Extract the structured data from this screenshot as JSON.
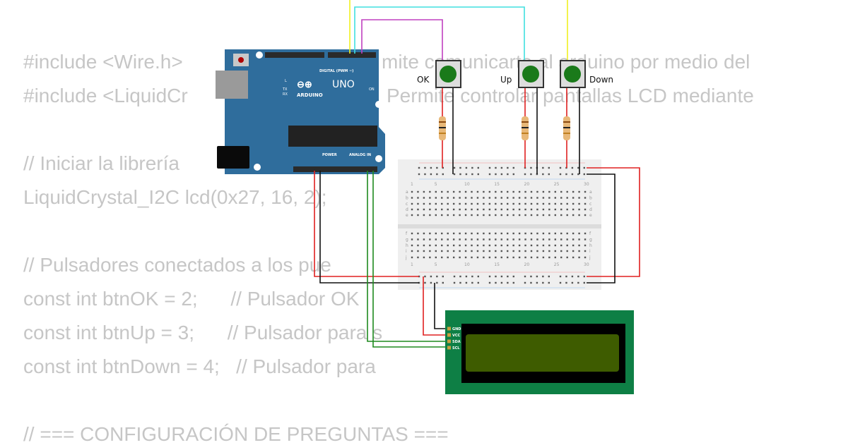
{
  "code_lines": [
    {
      "parts": [
        "#include <Wire.h>",
        "mite comunicarte al arduino por medio del"
      ]
    },
    {
      "parts": [
        "#include <LiquidCr",
        "Permite controlar pantallas LCD mediante"
      ]
    },
    {
      "parts": [
        "// Iniciar la librería"
      ]
    },
    {
      "parts": [
        "LiquidCrystal_I2C lcd(0x27, 16, 2);"
      ]
    },
    {
      "parts": [
        "// Pulsadores conectados a los pue"
      ]
    },
    {
      "parts": [
        "const int btnOK = 2;      // Pulsador OK"
      ]
    },
    {
      "parts": [
        "const int btnUp = 3;      // Pulsador para s"
      ]
    },
    {
      "parts": [
        "const int btnDown = 4;   // Pulsador para"
      ]
    },
    {
      "parts": [
        "// === CONFIGURACIÓN DE PREGUNTAS ==="
      ]
    }
  ],
  "buttons": [
    {
      "label": "OK",
      "pin": "2",
      "wire_color": "#c040c0"
    },
    {
      "label": "Up",
      "pin": "3",
      "wire_color": "#40e0e0"
    },
    {
      "label": "Down",
      "pin": "4",
      "wire_color": "#f0f020"
    }
  ],
  "arduino": {
    "brand": "ARDUINO",
    "model": "UNO",
    "digital_label": "DIGITAL (PWM ~)",
    "power_label": "POWER",
    "analog_label": "ANALOG IN",
    "on_label": "ON",
    "tx_label": "TX",
    "rx_label": "RX",
    "l_label": "L",
    "color": "#2f6d9c"
  },
  "lcd": {
    "pins": [
      "GND",
      "VCC",
      "SDA",
      "SCL"
    ],
    "board_color": "#0e7f45",
    "screen_color": "#3e5c00"
  },
  "breadboard": {
    "column_labels": [
      "1",
      "5",
      "10",
      "15",
      "20",
      "25",
      "30"
    ],
    "row_labels": [
      "a",
      "b",
      "c",
      "d",
      "e",
      "f",
      "g",
      "h",
      "i",
      "j"
    ]
  },
  "colors": {
    "code_text": "#c6c6c6",
    "wire_red": "#e02020",
    "wire_black": "#111111",
    "wire_green": "#1e8a1e"
  }
}
